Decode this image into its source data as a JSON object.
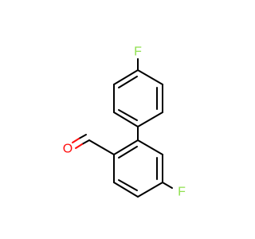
{
  "molecule": {
    "atoms": [
      {
        "id": "F1",
        "symbol": "F",
        "color": "#90e050"
      },
      {
        "id": "F2",
        "symbol": "F",
        "color": "#90e050"
      },
      {
        "id": "O1",
        "symbol": "O",
        "color": "#ff0d0d"
      }
    ],
    "bond_color": "#000000"
  }
}
